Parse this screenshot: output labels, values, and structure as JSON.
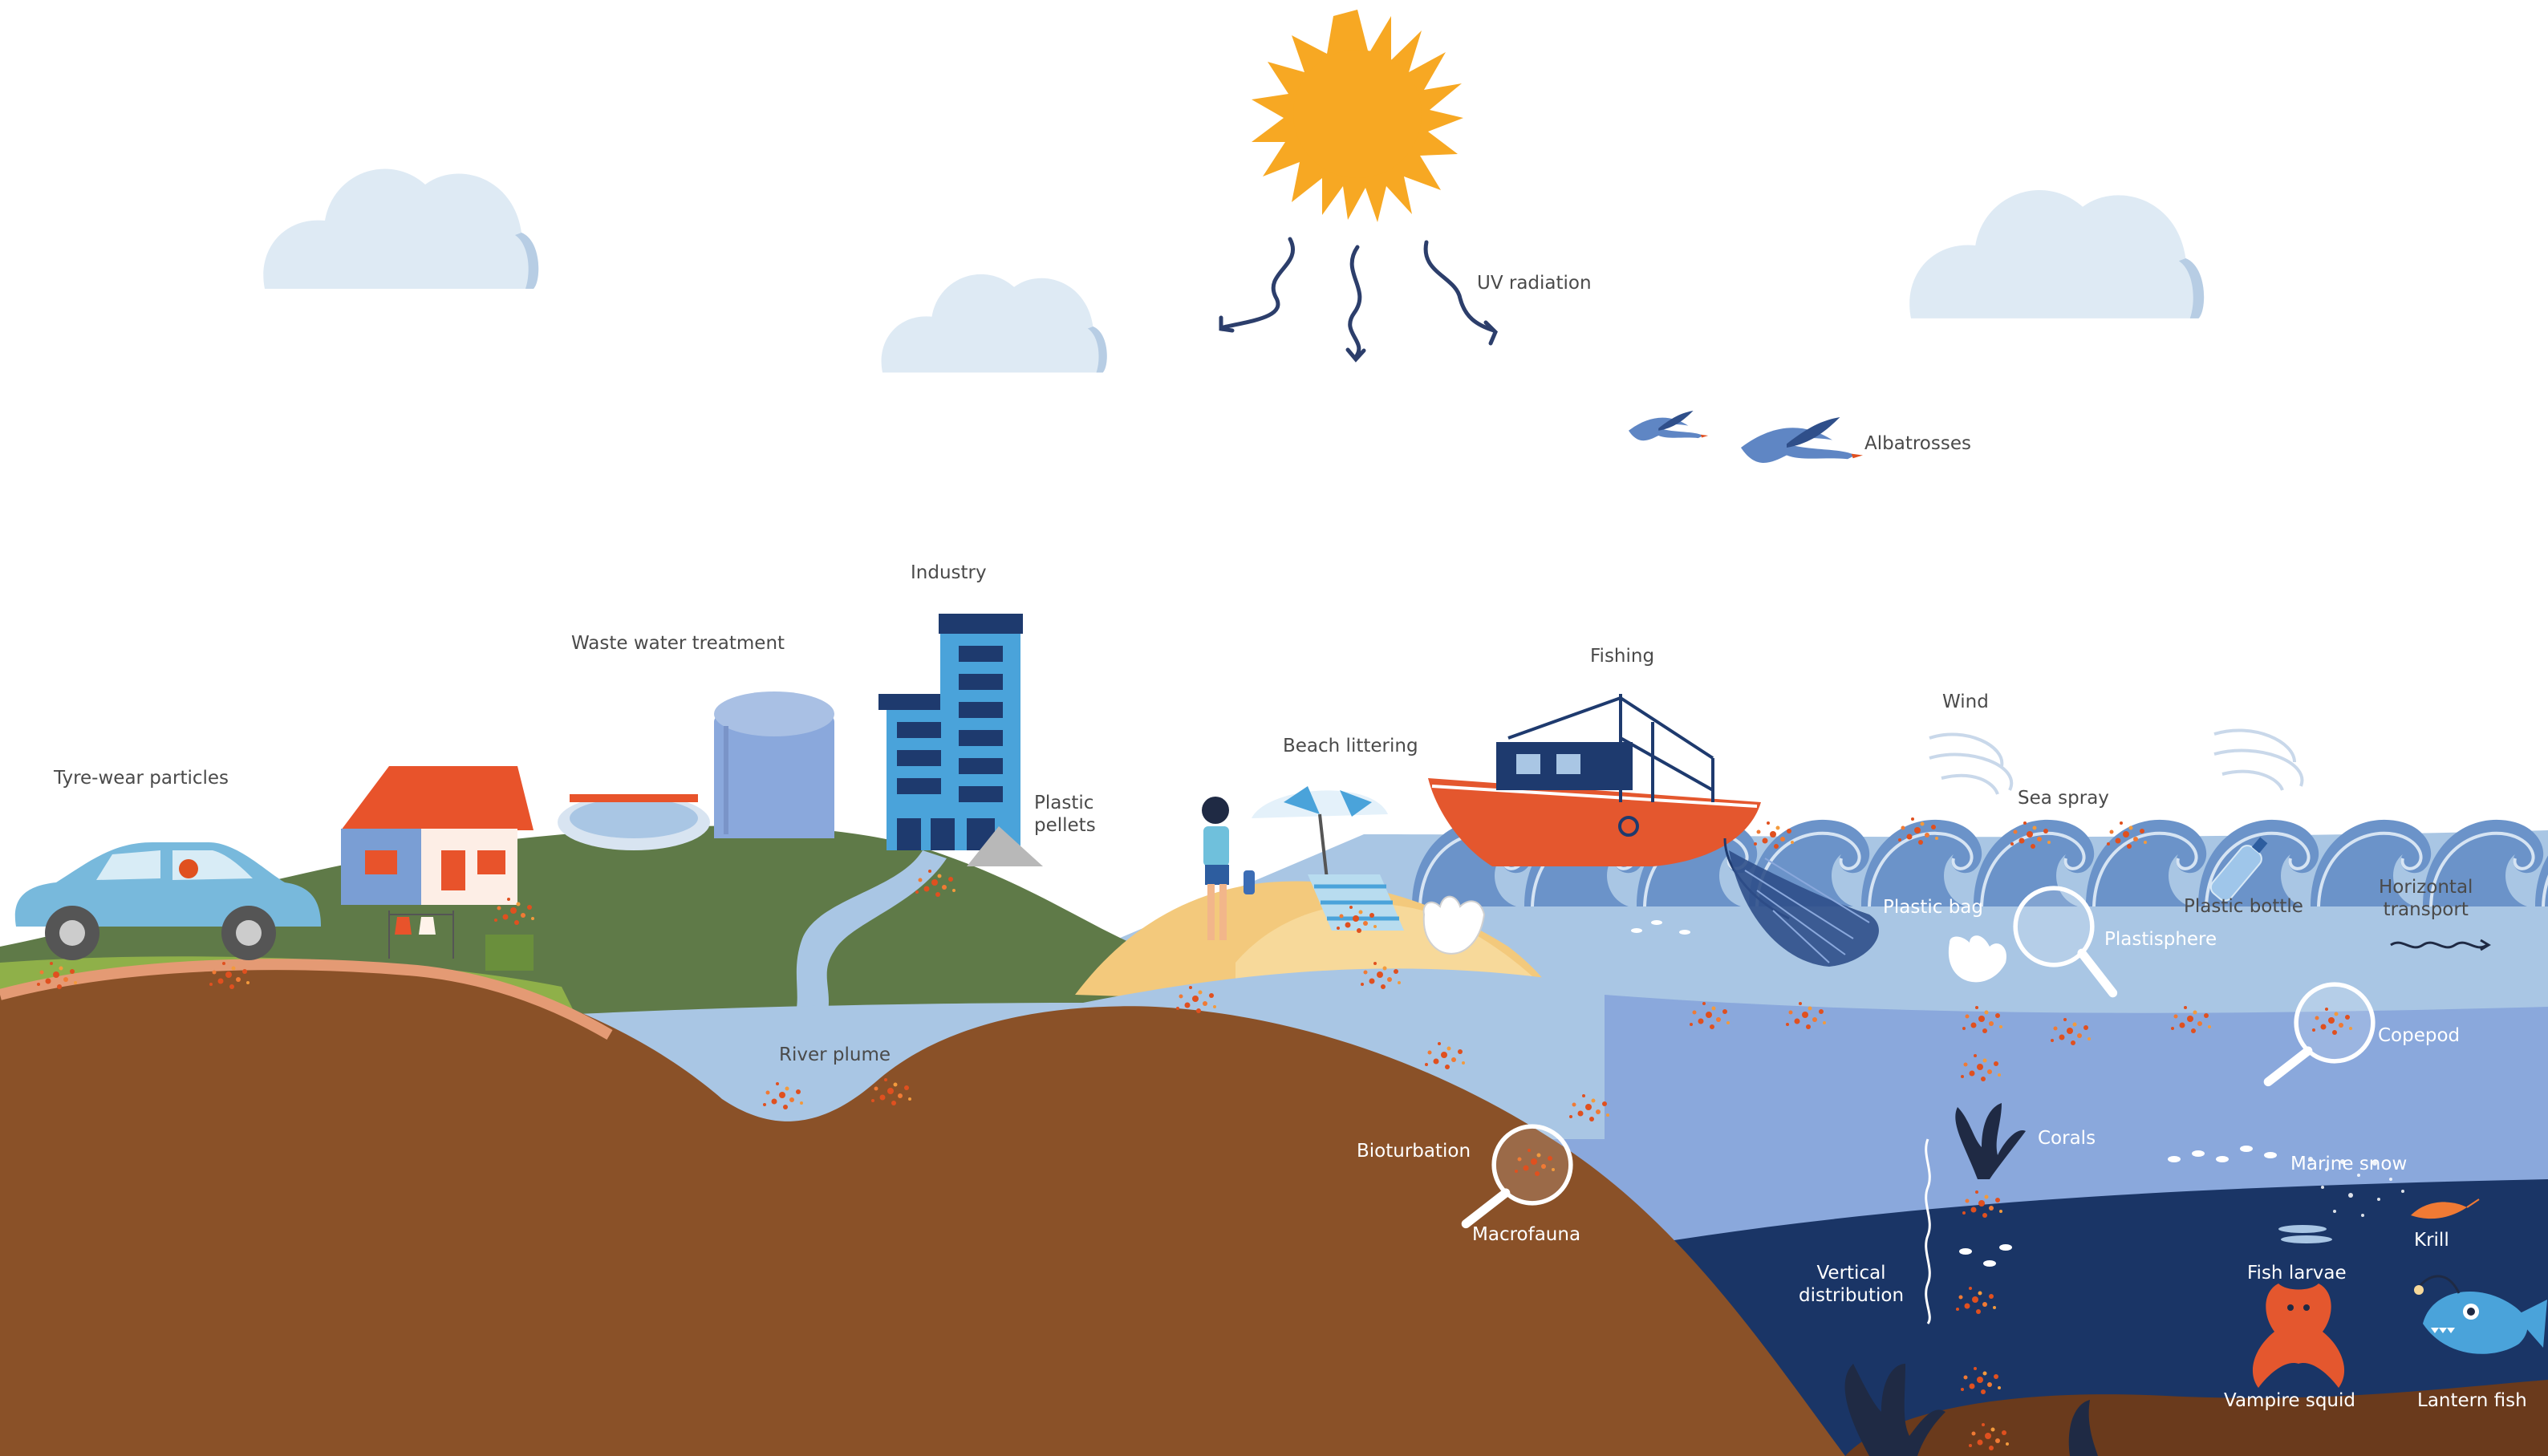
{
  "labels": {
    "uv_radiation": "UV radiation",
    "albatrosses": "Albatrosses",
    "industry": "Industry",
    "waste_water_treatment": "Waste water treatment",
    "tyre_wear_particles": "Tyre-wear particles",
    "plastic_pellets_1": "Plastic",
    "plastic_pellets_2": "pellets",
    "fishing": "Fishing",
    "beach_littering": "Beach littering",
    "wind": "Wind",
    "sea_spray": "Sea spray",
    "plastic_bag": "Plastic bag",
    "plastisphere": "Plastisphere",
    "plastic_bottle": "Plastic bottle",
    "horizontal_transport_1": "Horizontal",
    "horizontal_transport_2": "transport",
    "river_plume": "River plume",
    "copepod": "Copepod",
    "corals": "Corals",
    "bioturbation": "Bioturbation",
    "marine_snow": "Marine snow",
    "macrofauna": "Macrofauna",
    "krill": "Krill",
    "vertical_distribution_1": "Vertical",
    "vertical_distribution_2": "distribution",
    "fish_larvae": "Fish larvae",
    "vampire_squid": "Vampire squid",
    "lantern_fish": "Lantern fish"
  },
  "colors": {
    "sun": "#f7a823",
    "cloud": "#deeaf4",
    "surface_water": "#a9c6e4",
    "mid_water": "#8aa8dc",
    "deep_water": "#1a3566",
    "seabed": "#8a5128",
    "grass": "#5f7a48",
    "sand": "#f3c97c",
    "microplastic": "#e0501f",
    "boat_hull": "#e4572e",
    "car": "#78b9dc",
    "building": "#4aa3da"
  },
  "icons": [
    "sun-icon",
    "uv-arrow-icon",
    "cloud-icon",
    "albatross-icon",
    "car-icon",
    "house-icon",
    "wastewater-tank-icon",
    "industry-building-icon",
    "beach-umbrella-icon",
    "fishing-boat-icon",
    "fishing-net-icon",
    "wave-icon",
    "plastic-bag-icon",
    "plastic-bottle-icon",
    "magnifier-icon",
    "coral-icon",
    "anglerfish-icon",
    "vampire-squid-icon",
    "krill-icon"
  ]
}
